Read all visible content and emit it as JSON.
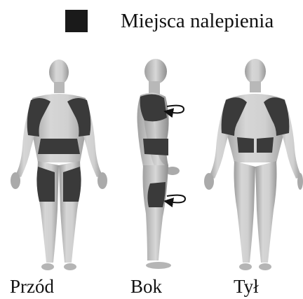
{
  "legend": {
    "label": "Miejsca nalepienia",
    "swatch_color": "#1a1a1a"
  },
  "views": {
    "front": "Przód",
    "side": "Bok",
    "back": "Tył"
  },
  "colors": {
    "skin_light": "#d9d9d9",
    "skin_mid": "#b3b3b3",
    "skin_shadow": "#8a8a8a",
    "patch": "#3a3a3a"
  },
  "icons": [
    "rotation-arrow-icon",
    "rotation-arrow-icon"
  ]
}
